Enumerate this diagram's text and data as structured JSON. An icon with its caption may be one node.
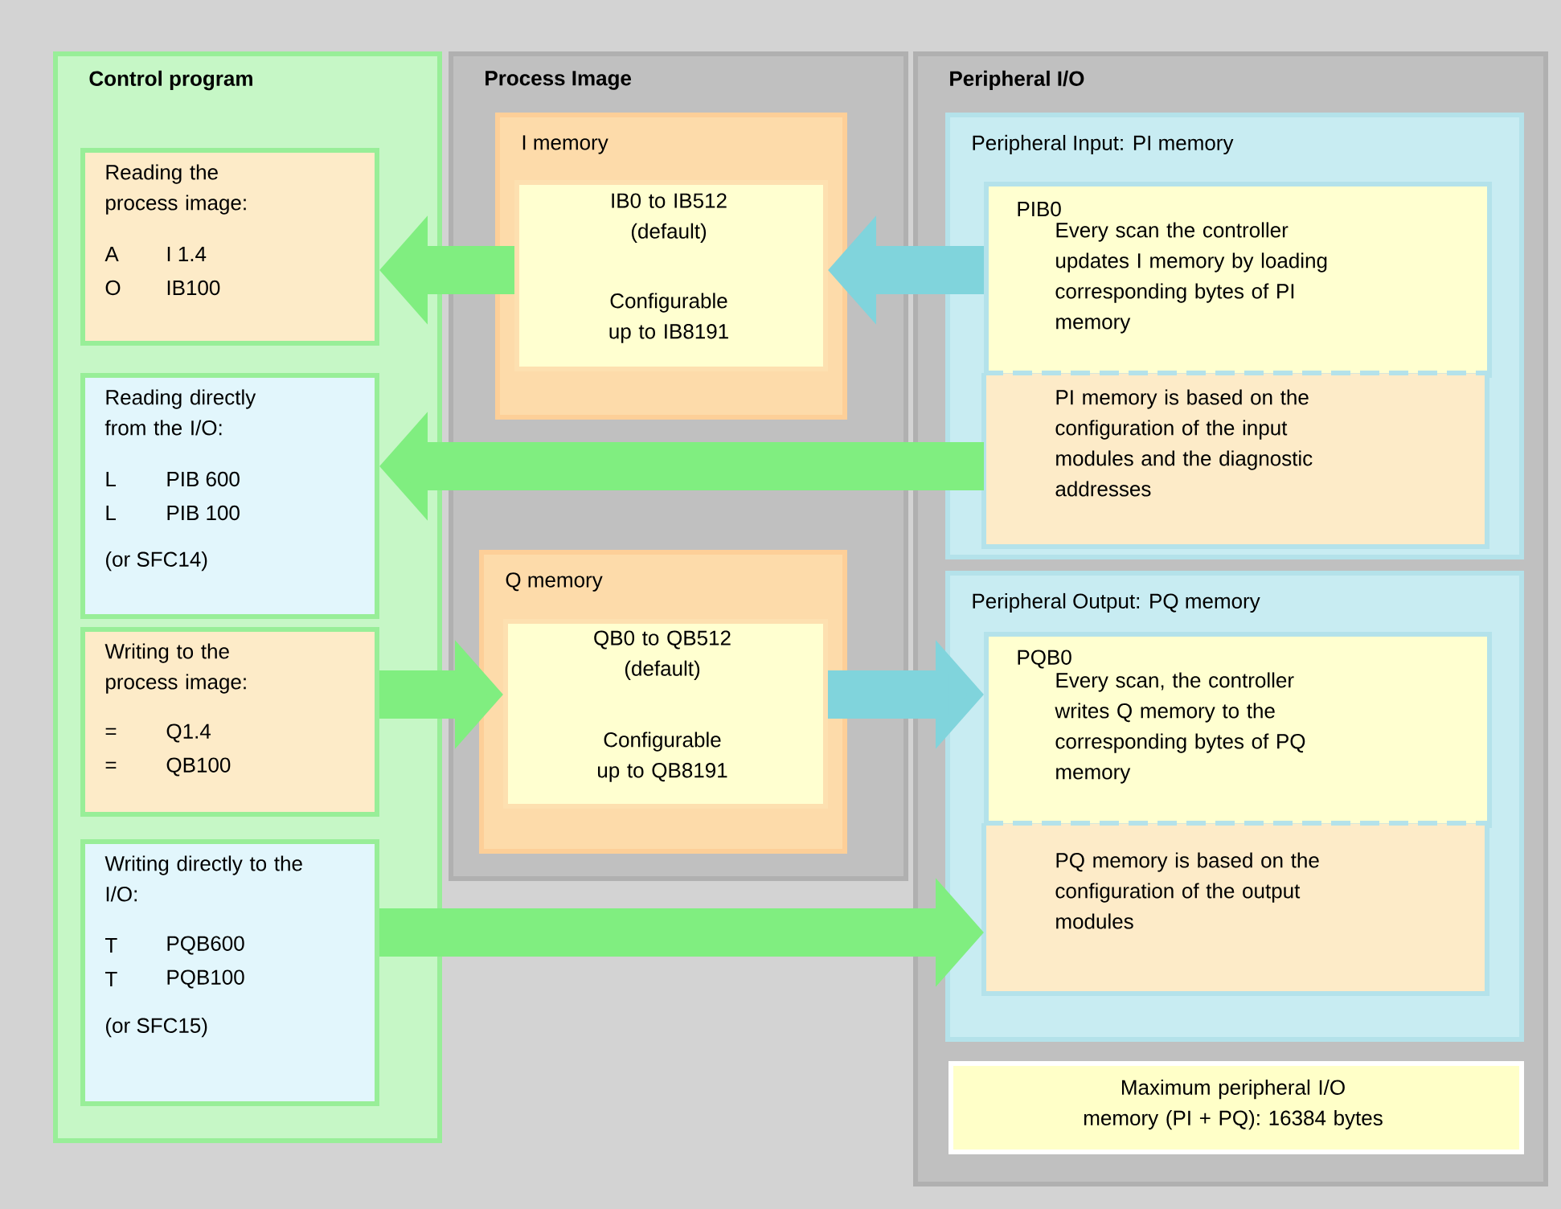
{
  "diagram": {
    "nodes": [
      {
        "text": [
          "Control program"
        ]
      },
      {
        "text": [
          "Reading the process image:",
          "A",
          "I 1.4",
          "O",
          "IB100"
        ],
        "in": 0
      },
      {
        "text": [
          "Reading directly from the I/O:",
          "L",
          "PIB 600",
          "L",
          "PIB 100",
          "(or SFC14)"
        ],
        "in": 0
      },
      {
        "text": [
          "Writing to the process image:",
          "=",
          "Q1.4",
          "=",
          "QB100"
        ],
        "in": 0
      },
      {
        "text": [
          "Writing directly to the I/O:",
          "T",
          "PQB600",
          "T",
          "PQB100",
          "(or SFC15)"
        ],
        "in": 0
      },
      {
        "text": [
          "Process Image"
        ]
      },
      {
        "text": [
          "I memory"
        ],
        "in": 5
      },
      {
        "text": [
          "IB0 to IB512 (default)",
          "Configurable up to IB8191"
        ],
        "in": 6
      },
      {
        "text": [
          "Q memory"
        ],
        "in": 5
      },
      {
        "text": [
          "QB0 to QB512 (default)",
          "Configurable up to QB8191"
        ],
        "in": 8
      },
      {
        "text": [
          "Peripheral I/O"
        ]
      },
      {
        "text": [
          "Peripheral Input: PI memory"
        ],
        "in": 10
      },
      {
        "text": [
          "PIB0",
          "Every scan the controller updates I memory by loading corresponding bytes of PI memory"
        ],
        "in": 11
      },
      {
        "text": [
          "PI memory is based on the configuration of the input modules and the diagnostic addresses"
        ],
        "in": 11
      },
      {
        "text": [
          "Peripheral Output: PQ memory"
        ],
        "in": 10
      },
      {
        "text": [
          "PQB0",
          "Every scan, the controller writes Q memory to the corresponding bytes of PQ memory"
        ],
        "in": 14
      },
      {
        "text": [
          "PQ memory is based on the configuration of the output modules"
        ],
        "in": 14
      },
      {
        "text": [
          "Maximum peripheral I/O memory (PI + PQ): 16384 bytes"
        ],
        "in": 10
      }
    ],
    "edges": [
      {
        "from": 7,
        "to": 1,
        "arrow": "to"
      },
      {
        "from": 12,
        "to": 7,
        "arrow": "to",
        "color": "#80d4dc"
      },
      {
        "from": 13,
        "to": 2,
        "arrow": "to"
      },
      {
        "from": 3,
        "to": 9,
        "arrow": "to"
      },
      {
        "from": 9,
        "to": 15,
        "arrow": "to",
        "color": "#80d4dc"
      },
      {
        "from": 4,
        "to": 16,
        "arrow": "to"
      }
    ]
  }
}
